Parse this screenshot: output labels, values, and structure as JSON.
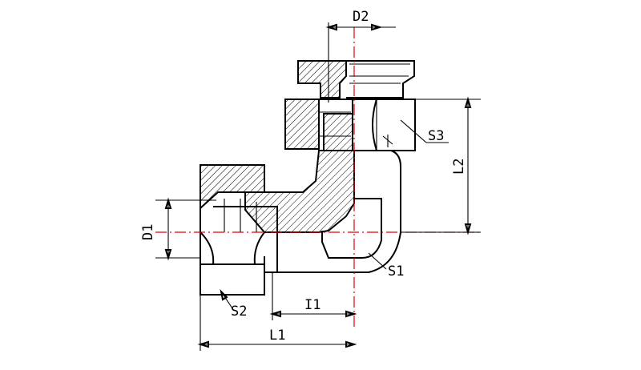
{
  "labels": {
    "d2": "D2",
    "s3": "S3",
    "l2": "L2",
    "d1": "D1",
    "s1": "S1",
    "s2": "S2",
    "i1": "I1",
    "l1": "L1"
  }
}
